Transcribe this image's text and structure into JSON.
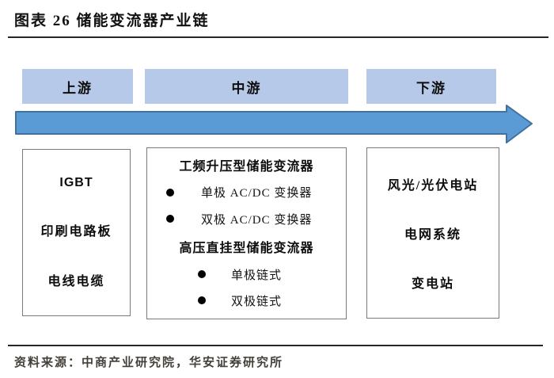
{
  "figure": {
    "title": "图表 26 储能变流器产业链",
    "source": "资料来源：中商产业研究院，华安证券研究所"
  },
  "colors": {
    "stage_header_fill": "#b7c9e8",
    "arrow_fill": "#5b9bd5",
    "arrow_stroke": "#41719c",
    "content_box_border": "#7a7a7a",
    "rule": "#262626",
    "text": "#0d0d0d"
  },
  "chain": {
    "stages": [
      {
        "label": "上游"
      },
      {
        "label": "中游"
      },
      {
        "label": "下游"
      }
    ],
    "upstream_items": [
      "IGBT",
      "印刷电路板",
      "电线电缆"
    ],
    "midstream_rows": [
      {
        "type": "heading",
        "text": "工频升压型储能变流器"
      },
      {
        "type": "bullet",
        "level": 1,
        "text": "单极 AC/DC 变换器"
      },
      {
        "type": "bullet",
        "level": 1,
        "text": "双极 AC/DC 变换器"
      },
      {
        "type": "heading",
        "text": "高压直挂型储能变流器"
      },
      {
        "type": "bullet",
        "level": 2,
        "text": "单极链式"
      },
      {
        "type": "bullet",
        "level": 2,
        "text": "双极链式"
      }
    ],
    "downstream_items": [
      "风光/光伏电站",
      "电网系统",
      "变电站"
    ]
  }
}
